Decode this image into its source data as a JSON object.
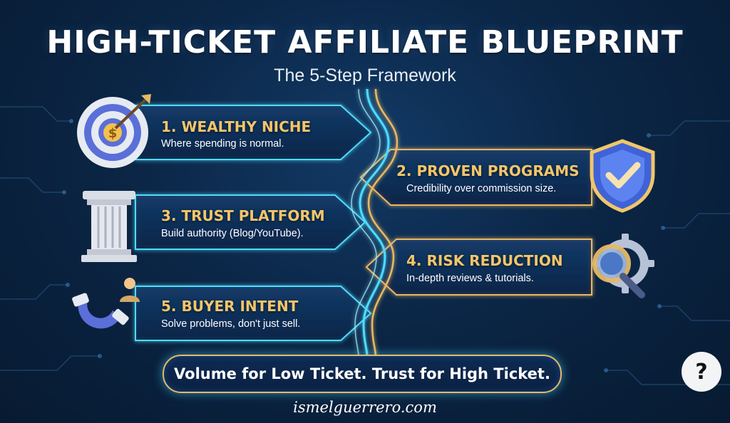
{
  "header": {
    "title": "HIGH-TICKET AFFILIATE BLUEPRINT",
    "subtitle": "The 5-Step Framework"
  },
  "steps": [
    {
      "title": "1. WEALTHY NICHE",
      "description": "Where spending is normal.",
      "icon": "target-dollar-icon"
    },
    {
      "title": "2. PROVEN PROGRAMS",
      "description": "Credibility over commission size.",
      "icon": "shield-check-icon"
    },
    {
      "title": "3. TRUST PLATFORM",
      "description": "Build authority (Blog/YouTube).",
      "icon": "pillar-icon"
    },
    {
      "title": "4. RISK REDUCTION",
      "description": "In-depth reviews & tutorials.",
      "icon": "gear-magnifier-icon"
    },
    {
      "title": "5. BUYER INTENT",
      "description": "Solve problems, don't just sell.",
      "icon": "magnet-person-icon"
    }
  ],
  "banner": {
    "text": "Volume for Low Ticket. Trust for High Ticket."
  },
  "help": {
    "label": "?"
  },
  "footer": {
    "site": "ismelguerrero.com"
  },
  "colors": {
    "background": "#0b2646",
    "accent_gold": "#e7b964",
    "accent_cyan": "#4fdcff",
    "step_title": "#f4c56a"
  }
}
